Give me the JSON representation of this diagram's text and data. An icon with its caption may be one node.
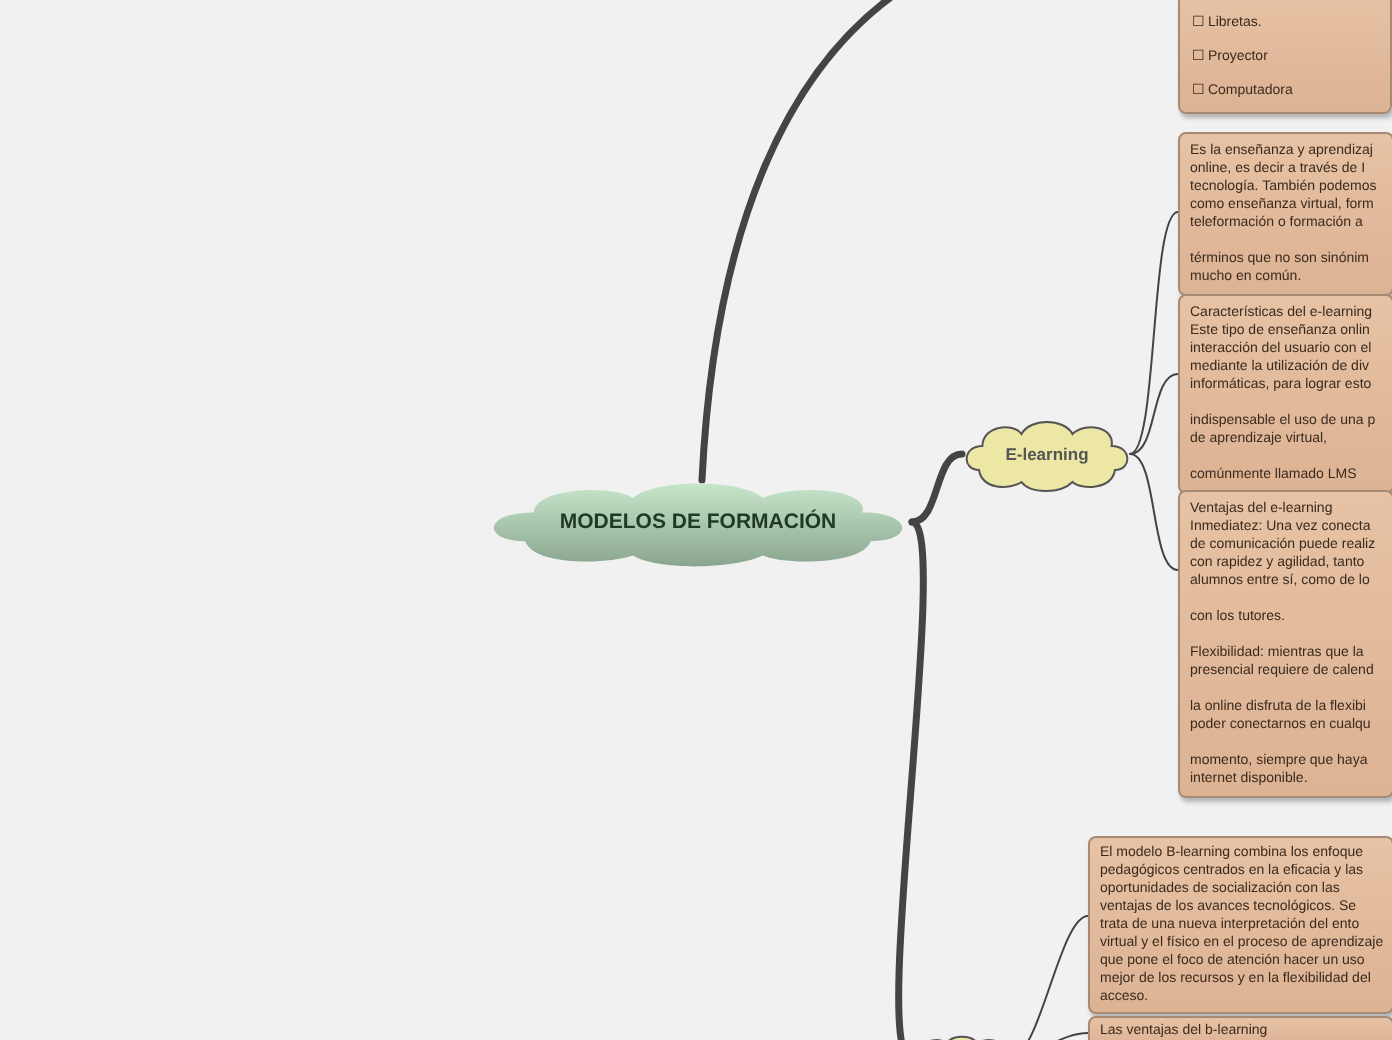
{
  "diagram": {
    "nodes": [
      {
        "text": [
          "☐ Libretas.",
          "☐ Proyector",
          "☐ Computadora"
        ]
      },
      {
        "text": [
          "MODELOS DE FORMACIÓN"
        ]
      },
      {
        "text": [
          "E-learning"
        ]
      },
      {
        "text": [
          "Es la enseñanza y aprendizaj online, es decir a través de I tecnología. También podemos como enseñanza virtual, form teleformación o formación a",
          "términos que no son sinónim mucho en común."
        ]
      },
      {
        "text": [
          "Características del e-learning",
          "Este tipo de enseñanza onlin interacción del usuario con el mediante la utilización de div informáticas, para lograr esto",
          "indispensable el uso de una p de aprendizaje virtual,",
          "comúnmente llamado LMS"
        ]
      },
      {
        "text": [
          "Ventajas del e-learning",
          "Inmediatez: Una vez conecta de comunicación puede realiz con rapidez y agilidad, tanto alumnos entre sí, como de lo",
          "con los tutores.",
          "Flexibilidad: mientras que la presencial requiere de calend",
          "la online disfruta de la flexibi poder conectarnos en cualqu",
          "momento, siempre que haya internet disponible."
        ]
      },
      {
        "text": [],
        "shape": "cloud"
      },
      {
        "text": [
          "El modelo B-learning combina los enfoque pedagógicos centrados en la eficacia y las oportunidades de socialización con las ventajas de los avances tecnológicos. Se trata de una nueva interpretación del ento virtual y el físico en el proceso de aprendizaje que pone el foco de atención hacer un uso mejor de los recursos y en la flexibilidad del acceso."
        ]
      },
      {
        "text": [
          "Las ventajas del b-learning"
        ]
      }
    ],
    "edges": [
      {
        "from": 1,
        "to": 2,
        "arrow": "none",
        "style": "thick"
      },
      {
        "from": 1,
        "to": null,
        "arrow": "none",
        "style": "thick"
      },
      {
        "from": 1,
        "to": 6,
        "arrow": "none",
        "style": "thick"
      },
      {
        "from": 2,
        "to": 3,
        "arrow": "none"
      },
      {
        "from": 2,
        "to": 4,
        "arrow": "none"
      },
      {
        "from": 2,
        "to": 5,
        "arrow": "none"
      },
      {
        "from": 6,
        "to": 7,
        "arrow": "none"
      },
      {
        "from": 6,
        "to": 8,
        "arrow": "none"
      }
    ]
  }
}
